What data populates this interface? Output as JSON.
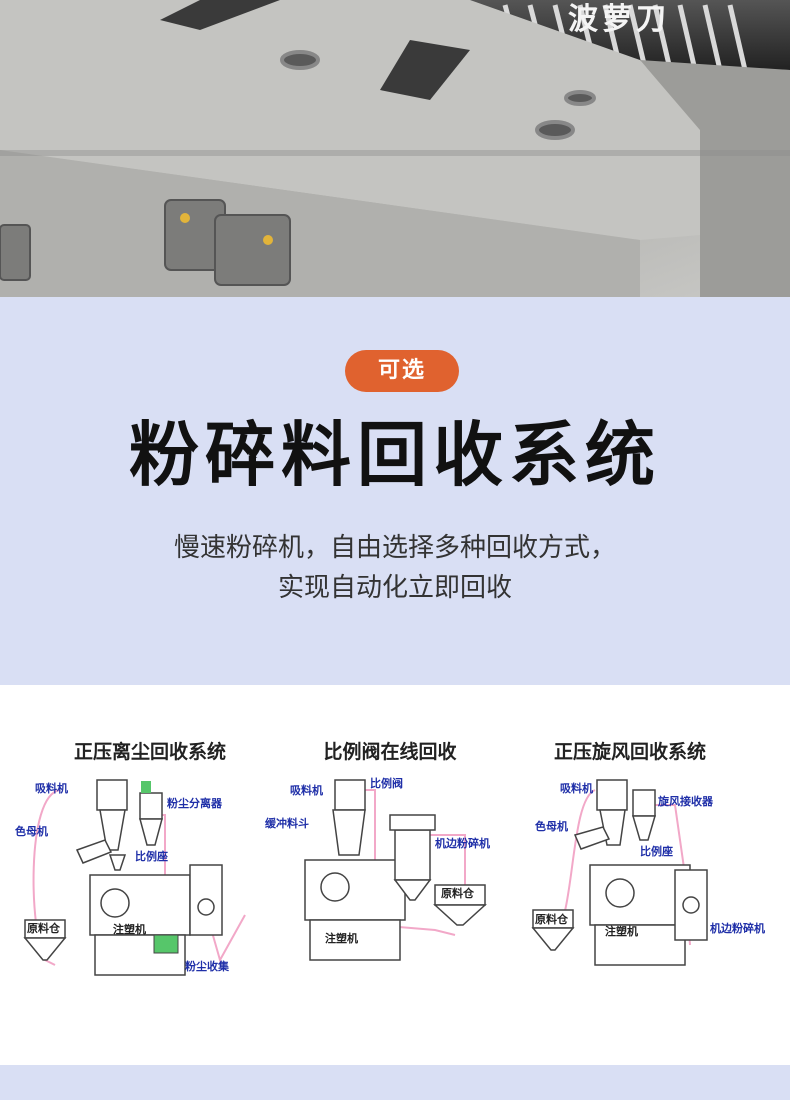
{
  "photo": {
    "label": "波萝刀"
  },
  "badge": "可选",
  "title": "粉碎料回收系统",
  "description": [
    "慢速粉碎机，自由选择多种回收方式，",
    "实现自动化立即回收"
  ],
  "diagrams": [
    {
      "title": "正压离尘回收系统",
      "labels": {
        "suction": "吸料机",
        "separator": "粉尘分离器",
        "colorer": "色母机",
        "ratio_seat": "比例座",
        "hopper": "原料仓",
        "machine": "注塑机",
        "dust_box": "粉尘收集"
      }
    },
    {
      "title": "比例阀在线回收",
      "labels": {
        "suction": "吸料机",
        "valve": "比例阀",
        "buffer": "缓冲料斗",
        "crusher": "机边粉碎机",
        "hopper": "原料仓",
        "machine": "注塑机"
      }
    },
    {
      "title": "正压旋风回收系统",
      "labels": {
        "suction": "吸料机",
        "cyclone": "旋风接收器",
        "colorer": "色母机",
        "ratio_seat": "比例座",
        "hopper": "原料仓",
        "machine": "注塑机",
        "crusher": "机边粉碎机"
      }
    }
  ]
}
